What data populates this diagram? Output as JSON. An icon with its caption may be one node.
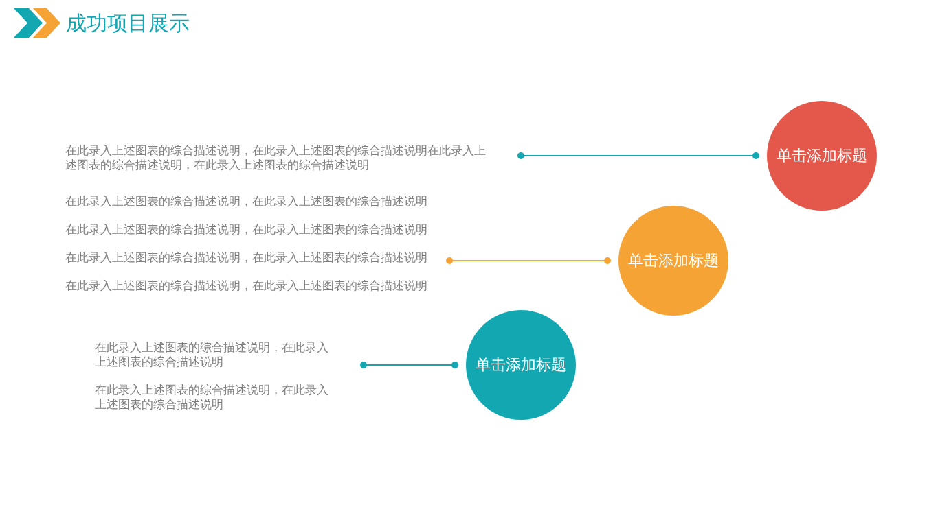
{
  "diagram": {
    "title": "成功项目展示",
    "nodes": [
      {
        "text": [
          "在此录入上述图表的综合描述说明，在此录入上述图表的综合描述说明在此录入上述图表的综合描述说明，在此录入上述图表的综合描述说明"
        ]
      },
      {
        "text": [
          "单击添加标题"
        ]
      },
      {
        "text": [
          "在此录入上述图表的综合描述说明，在此录入上述图表的综合描述说明",
          "在此录入上述图表的综合描述说明，在此录入上述图表的综合描述说明",
          "在此录入上述图表的综合描述说明，在此录入上述图表的综合描述说明",
          "在此录入上述图表的综合描述说明，在此录入上述图表的综合描述说明"
        ]
      },
      {
        "text": [
          "单击添加标题"
        ]
      },
      {
        "text": [
          "在此录入上述图表的综合描述说明，在此录入上述图表的综合描述说明",
          "在此录入上述图表的综合描述说明，在此录入上述图表的综合描述说明"
        ]
      },
      {
        "text": [
          "单击添加标题"
        ]
      }
    ],
    "edges": [
      {
        "from": 0,
        "to": 1,
        "arrow": "other"
      },
      {
        "from": 2,
        "to": 3,
        "arrow": "other",
        "color": "#f5a334"
      },
      {
        "from": 4,
        "to": 5,
        "arrow": "other"
      }
    ]
  }
}
